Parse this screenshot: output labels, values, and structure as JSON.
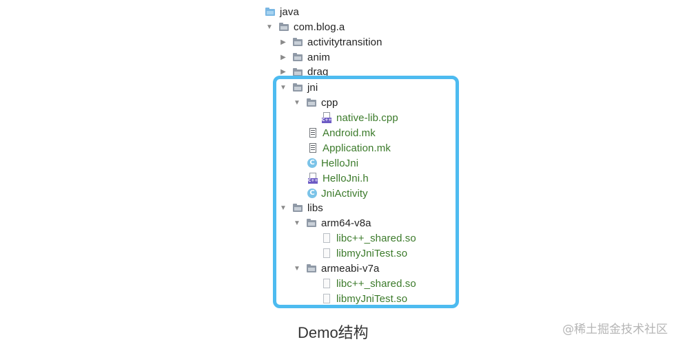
{
  "tree": {
    "java": "java",
    "com_blog_a": "com.blog.a",
    "activitytransition": "activitytransition",
    "anim": "anim",
    "drag": "drag",
    "jni": "jni",
    "cpp": "cpp",
    "native_lib": "native-lib.cpp",
    "android_mk": "Android.mk",
    "application_mk": "Application.mk",
    "hellojni": "HelloJni",
    "hellojni_h": "HelloJni.h",
    "jniactivity": "JniActivity",
    "libs": "libs",
    "arm64": "arm64-v8a",
    "arm64_shared": "libc++_shared.so",
    "arm64_myjni": "libmyJniTest.so",
    "armeabi": "armeabi-v7a",
    "armeabi_shared": "libc++_shared.so",
    "armeabi_myjni": "libmyJniTest.so"
  },
  "icons": {
    "class_letter": "C",
    "cpp_tag": "C++"
  },
  "caption": "Demo结构",
  "watermark": "@稀土掘金技术社区",
  "colors": {
    "highlight_border": "#4dbbf0",
    "green_text": "#3b7a2a"
  }
}
